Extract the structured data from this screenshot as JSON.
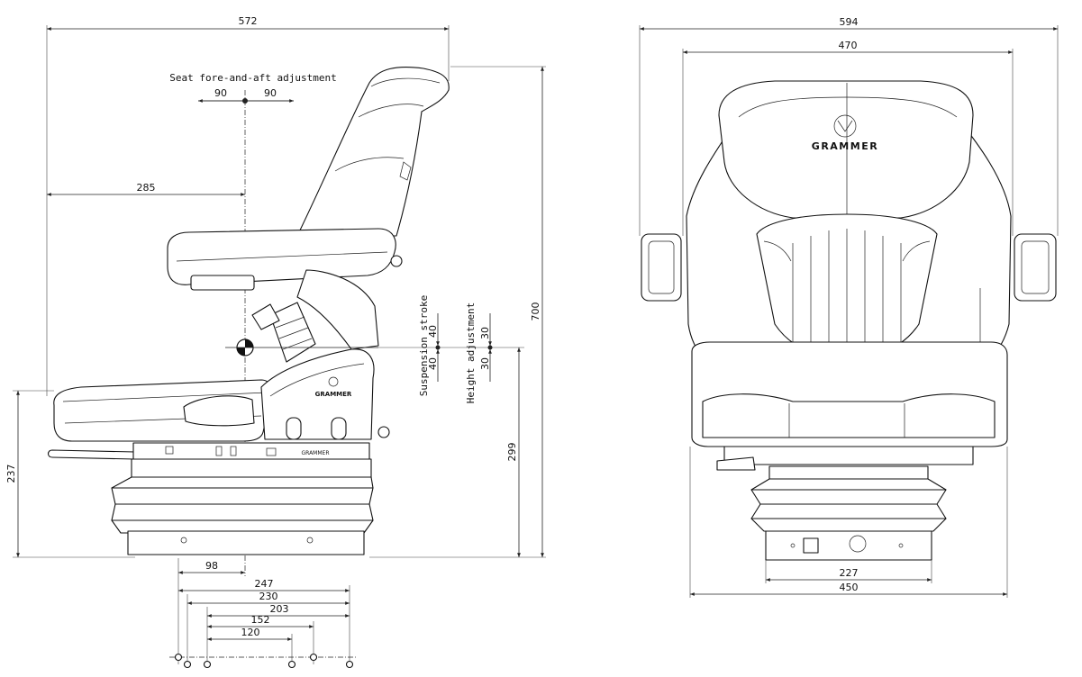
{
  "side_view": {
    "overall_width": "572",
    "overall_height": "700",
    "fore_aft_label": "Seat fore-and-aft adjustment",
    "fore_aft_left": "90",
    "fore_aft_right": "90",
    "sip_offset": "285",
    "suspension_label": "Suspension stroke",
    "suspension_up": "40",
    "suspension_down": "40",
    "height_label": "Height adjustment",
    "height_up": "30",
    "height_down": "30",
    "cushion_height": "237",
    "base_height": "299",
    "pattern_98": "98",
    "pattern_247": "247",
    "pattern_230": "230",
    "pattern_203": "203",
    "pattern_152": "152",
    "pattern_120": "120",
    "logo_text": "GRAMMER",
    "rail_label": "GRAMMER"
  },
  "front_view": {
    "overall_width": "594",
    "backrest_width": "470",
    "base_width_outer": "450",
    "base_width_inner": "227",
    "logo_text": "GRAMMER"
  }
}
